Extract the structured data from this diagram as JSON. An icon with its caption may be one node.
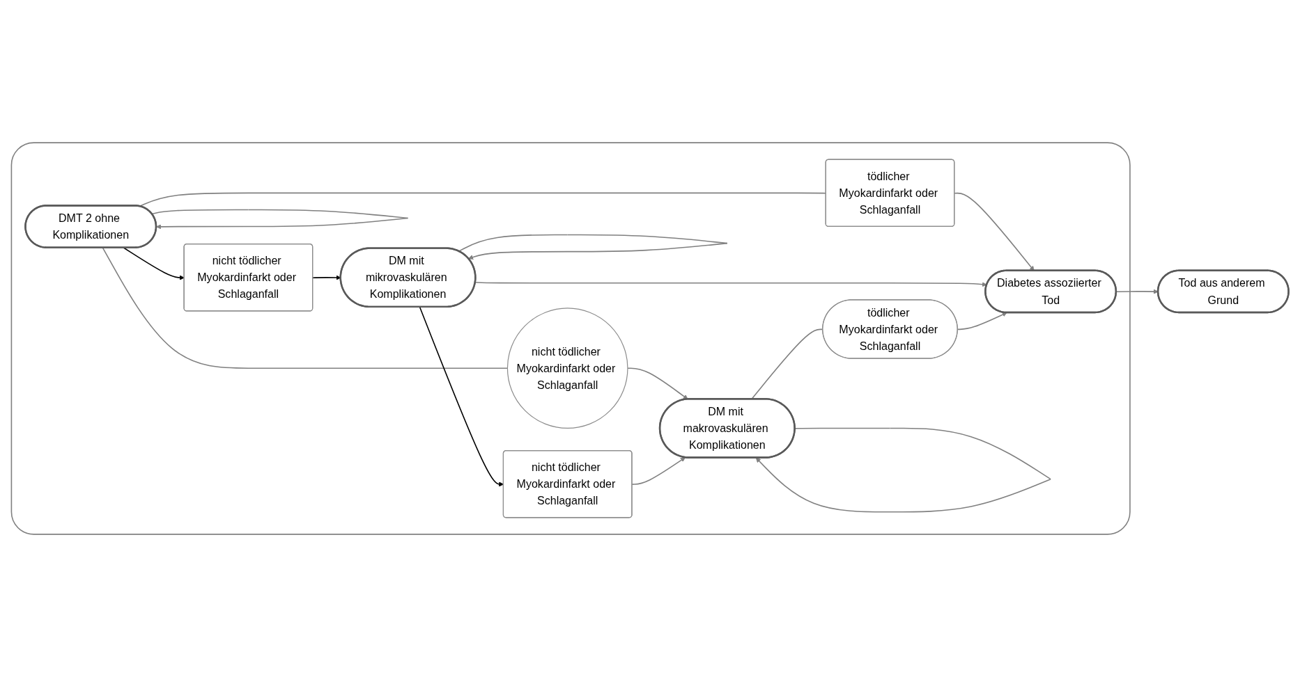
{
  "diagram": {
    "nodes": [
      {
        "text": [],
        "shape": "box"
      },
      {
        "text": [
          "DMT 2 ohne Komplikationen"
        ],
        "in": 0
      },
      {
        "text": [
          "nicht tödlicher Myokardinfarkt oder Schlaganfall"
        ],
        "in": 0
      },
      {
        "text": [
          "tödlicher Myokardinfarkt oder Schlaganfall"
        ],
        "in": 0
      },
      {
        "text": [
          "nicht tödlicher Myokardinfarkt oder Schlaganfall"
        ],
        "in": 0
      },
      {
        "text": [
          "DM mit mikrovaskulären Komplikationen"
        ],
        "in": 0
      },
      {
        "text": [
          "Diabetes assoziierter Tod"
        ],
        "in": 0
      },
      {
        "text": [
          "Tod aus anderem Grund"
        ]
      },
      {
        "text": [
          "nicht tödlicher Myokardinfarkt oder Schlaganfall"
        ],
        "in": 0
      },
      {
        "text": [
          "tödlicher Myokardinfarkt oder Schlaganfall"
        ],
        "in": 0
      },
      {
        "text": [
          "DM mit makrovaskulären Komplikationen"
        ],
        "in": 0
      }
    ],
    "edges": [
      {
        "from": 1,
        "to": 1,
        "arrow": "to"
      },
      {
        "from": 1,
        "to": 2,
        "arrow": "to",
        "color": "#000000"
      },
      {
        "from": 2,
        "to": 5,
        "arrow": "to",
        "color": "#000000"
      },
      {
        "from": 1,
        "to": 3,
        "arrow": "none"
      },
      {
        "from": 3,
        "to": 6,
        "arrow": "to"
      },
      {
        "from": 1,
        "to": 4,
        "arrow": "none"
      },
      {
        "from": 4,
        "to": 10,
        "arrow": "to"
      },
      {
        "from": 5,
        "to": 5,
        "arrow": "to"
      },
      {
        "from": 5,
        "to": 6,
        "arrow": "to"
      },
      {
        "from": 5,
        "to": 8,
        "arrow": "to",
        "color": "#000000"
      },
      {
        "from": 8,
        "to": 10,
        "arrow": "to"
      },
      {
        "from": 10,
        "to": 10,
        "arrow": "to"
      },
      {
        "from": 10,
        "to": 9,
        "arrow": "none"
      },
      {
        "from": 9,
        "to": 6,
        "arrow": "to"
      },
      {
        "from": 6,
        "to": 7,
        "arrow": "to"
      }
    ]
  }
}
